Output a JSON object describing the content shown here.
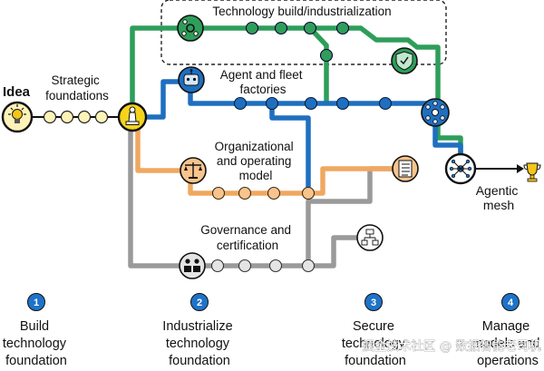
{
  "labels": {
    "idea": "Idea",
    "strategic": [
      "Strategic",
      "foundations"
    ],
    "tech_build": "Technology build/industrialization",
    "agent_factories": [
      "Agent and fleet",
      "factories"
    ],
    "org_model": [
      "Organizational",
      "and operating",
      "model"
    ],
    "governance": [
      "Governance and",
      "certification"
    ],
    "agentic_mesh": [
      "Agentic",
      "mesh"
    ]
  },
  "stages": [
    {
      "num": "1",
      "lines": [
        "Build",
        "technology",
        "foundation"
      ]
    },
    {
      "num": "2",
      "lines": [
        "Industrialize",
        "technology",
        "foundation"
      ]
    },
    {
      "num": "3",
      "lines": [
        "Secure",
        "technology",
        "foundation"
      ]
    },
    {
      "num": "4",
      "lines": [
        "Manage",
        "models and",
        "operations"
      ]
    }
  ],
  "watermark": "掘金技术社区 @ 数据智能老司机",
  "icons": [
    "lightbulb-icon",
    "chess-pawn-icon",
    "network-gear-icon",
    "robot-icon",
    "shield-check-icon",
    "scale-icon",
    "people-icon",
    "checklist-icon",
    "org-chart-icon",
    "hub-network-icon",
    "mesh-network-icon",
    "trophy-icon"
  ],
  "colors": {
    "green": "#2e9e5a",
    "blue": "#1f6fc0",
    "orange": "#f0a860",
    "gray": "#9a9a9a",
    "yellow": "#f5d31c",
    "badge_blue": "#1e73c8"
  }
}
